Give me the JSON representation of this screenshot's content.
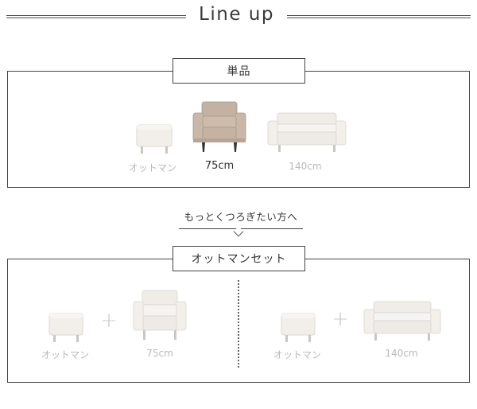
{
  "header": {
    "title": "Line up"
  },
  "single_section": {
    "label": "単品",
    "items": [
      {
        "name": "ottoman",
        "caption": "オットマン",
        "active": false
      },
      {
        "name": "sofa-75",
        "caption": "75cm",
        "active": true
      },
      {
        "name": "sofa-140",
        "caption": "140cm",
        "active": false
      }
    ]
  },
  "callout": {
    "text": "もっとくつろぎたい方へ"
  },
  "set_section": {
    "label": "オットマンセット",
    "left_set": {
      "ottoman_caption": "オットマン",
      "plus": "+",
      "sofa_caption": "75cm"
    },
    "right_set": {
      "ottoman_caption": "オットマン",
      "plus": "+",
      "sofa_caption": "140cm"
    }
  },
  "colors": {
    "border": "#444444",
    "fabric_light": "#f1eeea",
    "fabric_beige": "#c8b7a6",
    "leg_light": "#c9c6c3",
    "leg_dark": "#3a3330",
    "caption_inactive": "#b9b9b9",
    "caption_active": "#333333"
  }
}
